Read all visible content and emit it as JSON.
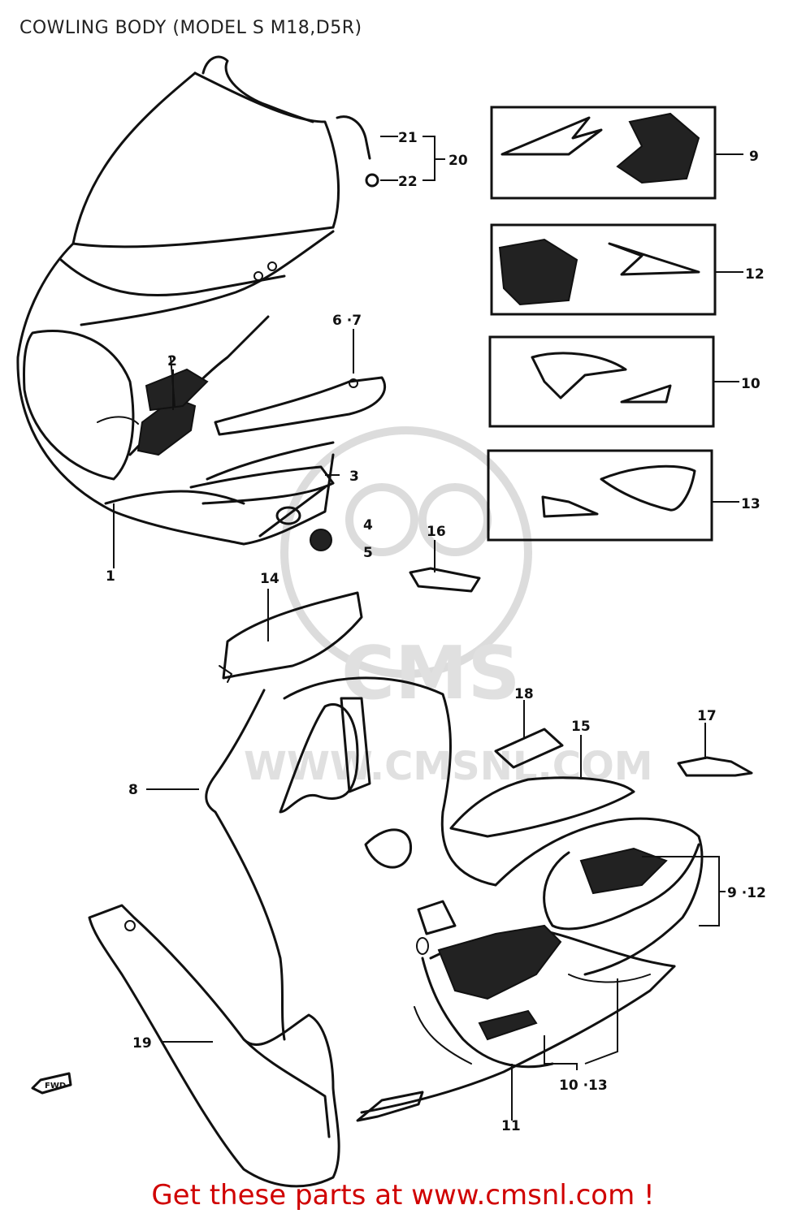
{
  "title": "COWLING BODY (MODEL S M18,D5R)",
  "footer": "Get these parts at www.cmsnl.com !",
  "watermark": {
    "brand": "CMS",
    "url": "WWW.CMSNL.COM"
  },
  "callouts": {
    "c1": "1",
    "c2": "2",
    "c3": "3",
    "c4": "4",
    "c5": "5",
    "c67": "6 ·7",
    "c8": "8",
    "c9": "9",
    "c10": "10",
    "c11": "11",
    "c12": "12",
    "c13": "13",
    "c14": "14",
    "c15": "15",
    "c16": "16",
    "c17": "17",
    "c18": "18",
    "c19": "19",
    "c20": "20",
    "c21": "21",
    "c22": "22",
    "c912": "9 ·12",
    "c1013": "10 ·13"
  },
  "fwd_label": "FWD",
  "colors": {
    "footer": "#d00000",
    "lines": "#111111",
    "watermark": "#dcdcdc"
  }
}
